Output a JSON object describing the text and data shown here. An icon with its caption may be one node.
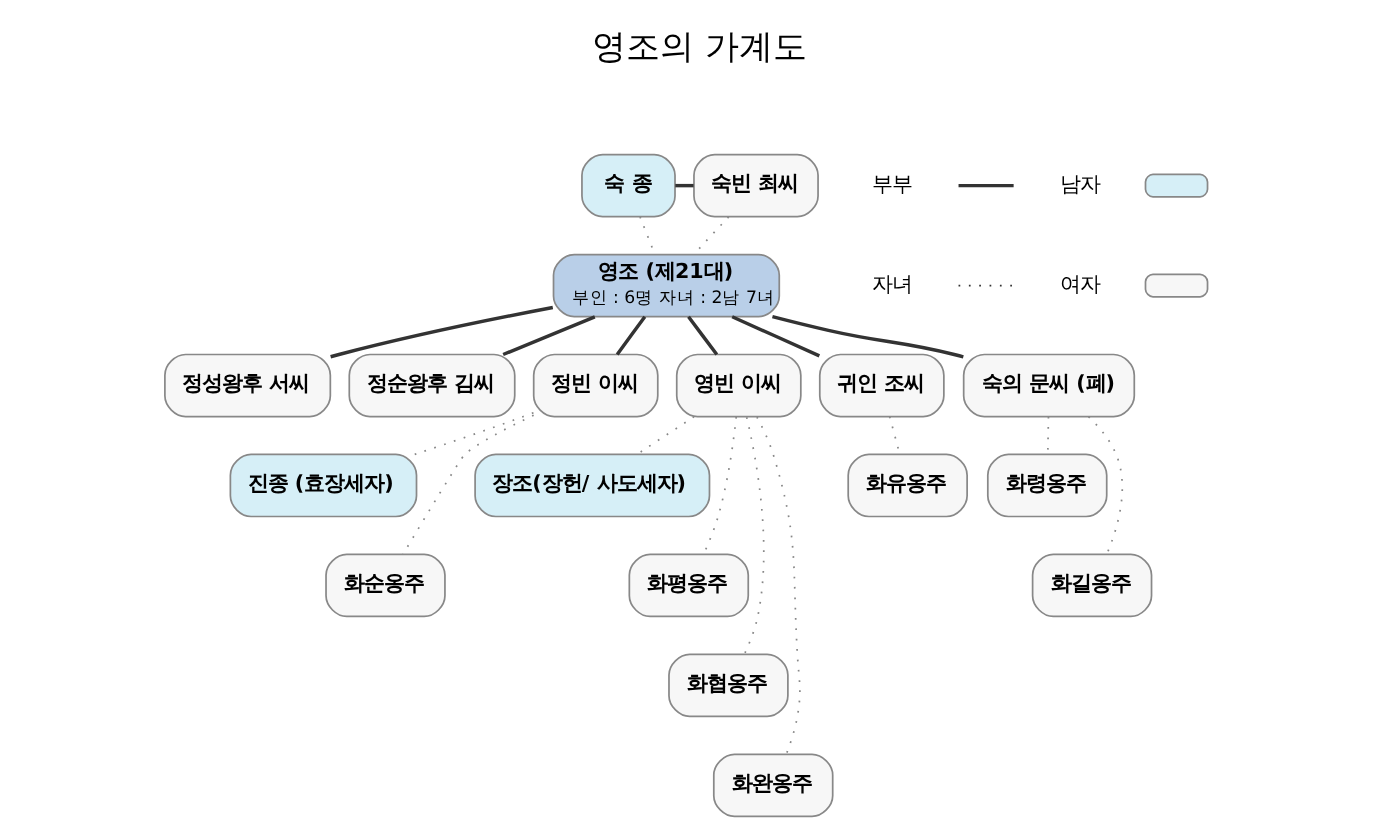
{
  "diagram": {
    "title": "영조의 가계도",
    "nodes": [
      {
        "text": [
          "숙 종"
        ]
      },
      {
        "text": [
          "숙빈 최씨"
        ]
      },
      {
        "text": [
          "영조 (제21대)",
          "부인 : 6명 자녀 : 2남 7녀"
        ]
      },
      {
        "text": [
          "정성왕후 서씨"
        ]
      },
      {
        "text": [
          "정순왕후 김씨"
        ]
      },
      {
        "text": [
          "정빈 이씨"
        ]
      },
      {
        "text": [
          "영빈 이씨"
        ]
      },
      {
        "text": [
          "귀인 조씨"
        ]
      },
      {
        "text": [
          "숙의 문씨 (폐)"
        ]
      },
      {
        "text": [
          "진종 (효장세자)"
        ]
      },
      {
        "text": [
          "화순옹주"
        ]
      },
      {
        "text": [
          "장조(장헌/ 사도세자)"
        ]
      },
      {
        "text": [
          "화평옹주"
        ]
      },
      {
        "text": [
          "화협옹주"
        ]
      },
      {
        "text": [
          "화완옹주"
        ]
      },
      {
        "text": [
          "화유옹주"
        ]
      },
      {
        "text": [
          "화령옹주"
        ]
      },
      {
        "text": [
          "화길옹주"
        ]
      }
    ],
    "edges": [
      {
        "from": 0,
        "to": 1,
        "arrow": "none"
      },
      {
        "from": 0,
        "to": 2,
        "arrow": "none",
        "style": "dashed"
      },
      {
        "from": 1,
        "to": 2,
        "arrow": "none",
        "style": "dashed"
      },
      {
        "from": 2,
        "to": 3,
        "arrow": "none"
      },
      {
        "from": 2,
        "to": 4,
        "arrow": "none"
      },
      {
        "from": 2,
        "to": 5,
        "arrow": "none"
      },
      {
        "from": 2,
        "to": 6,
        "arrow": "none"
      },
      {
        "from": 2,
        "to": 7,
        "arrow": "none"
      },
      {
        "from": 2,
        "to": 8,
        "arrow": "none"
      },
      {
        "from": 5,
        "to": 9,
        "arrow": "none",
        "style": "dashed"
      },
      {
        "from": 5,
        "to": 10,
        "arrow": "none",
        "style": "dashed"
      },
      {
        "from": 6,
        "to": 11,
        "arrow": "none",
        "style": "dashed"
      },
      {
        "from": 6,
        "to": 12,
        "arrow": "none",
        "style": "dashed"
      },
      {
        "from": 6,
        "to": 13,
        "arrow": "none",
        "style": "dashed"
      },
      {
        "from": 6,
        "to": 14,
        "arrow": "none",
        "style": "dashed"
      },
      {
        "from": 7,
        "to": 15,
        "arrow": "none",
        "style": "dashed"
      },
      {
        "from": 8,
        "to": 16,
        "arrow": "none",
        "style": "dashed"
      },
      {
        "from": 8,
        "to": 17,
        "arrow": "none",
        "style": "dashed"
      }
    ],
    "legend": [
      {
        "text": "부부"
      },
      {
        "text": "자녀"
      },
      {
        "text": "남자",
        "color": "#d6eff7"
      },
      {
        "text": "여자",
        "color": "#f7f7f7"
      }
    ]
  }
}
